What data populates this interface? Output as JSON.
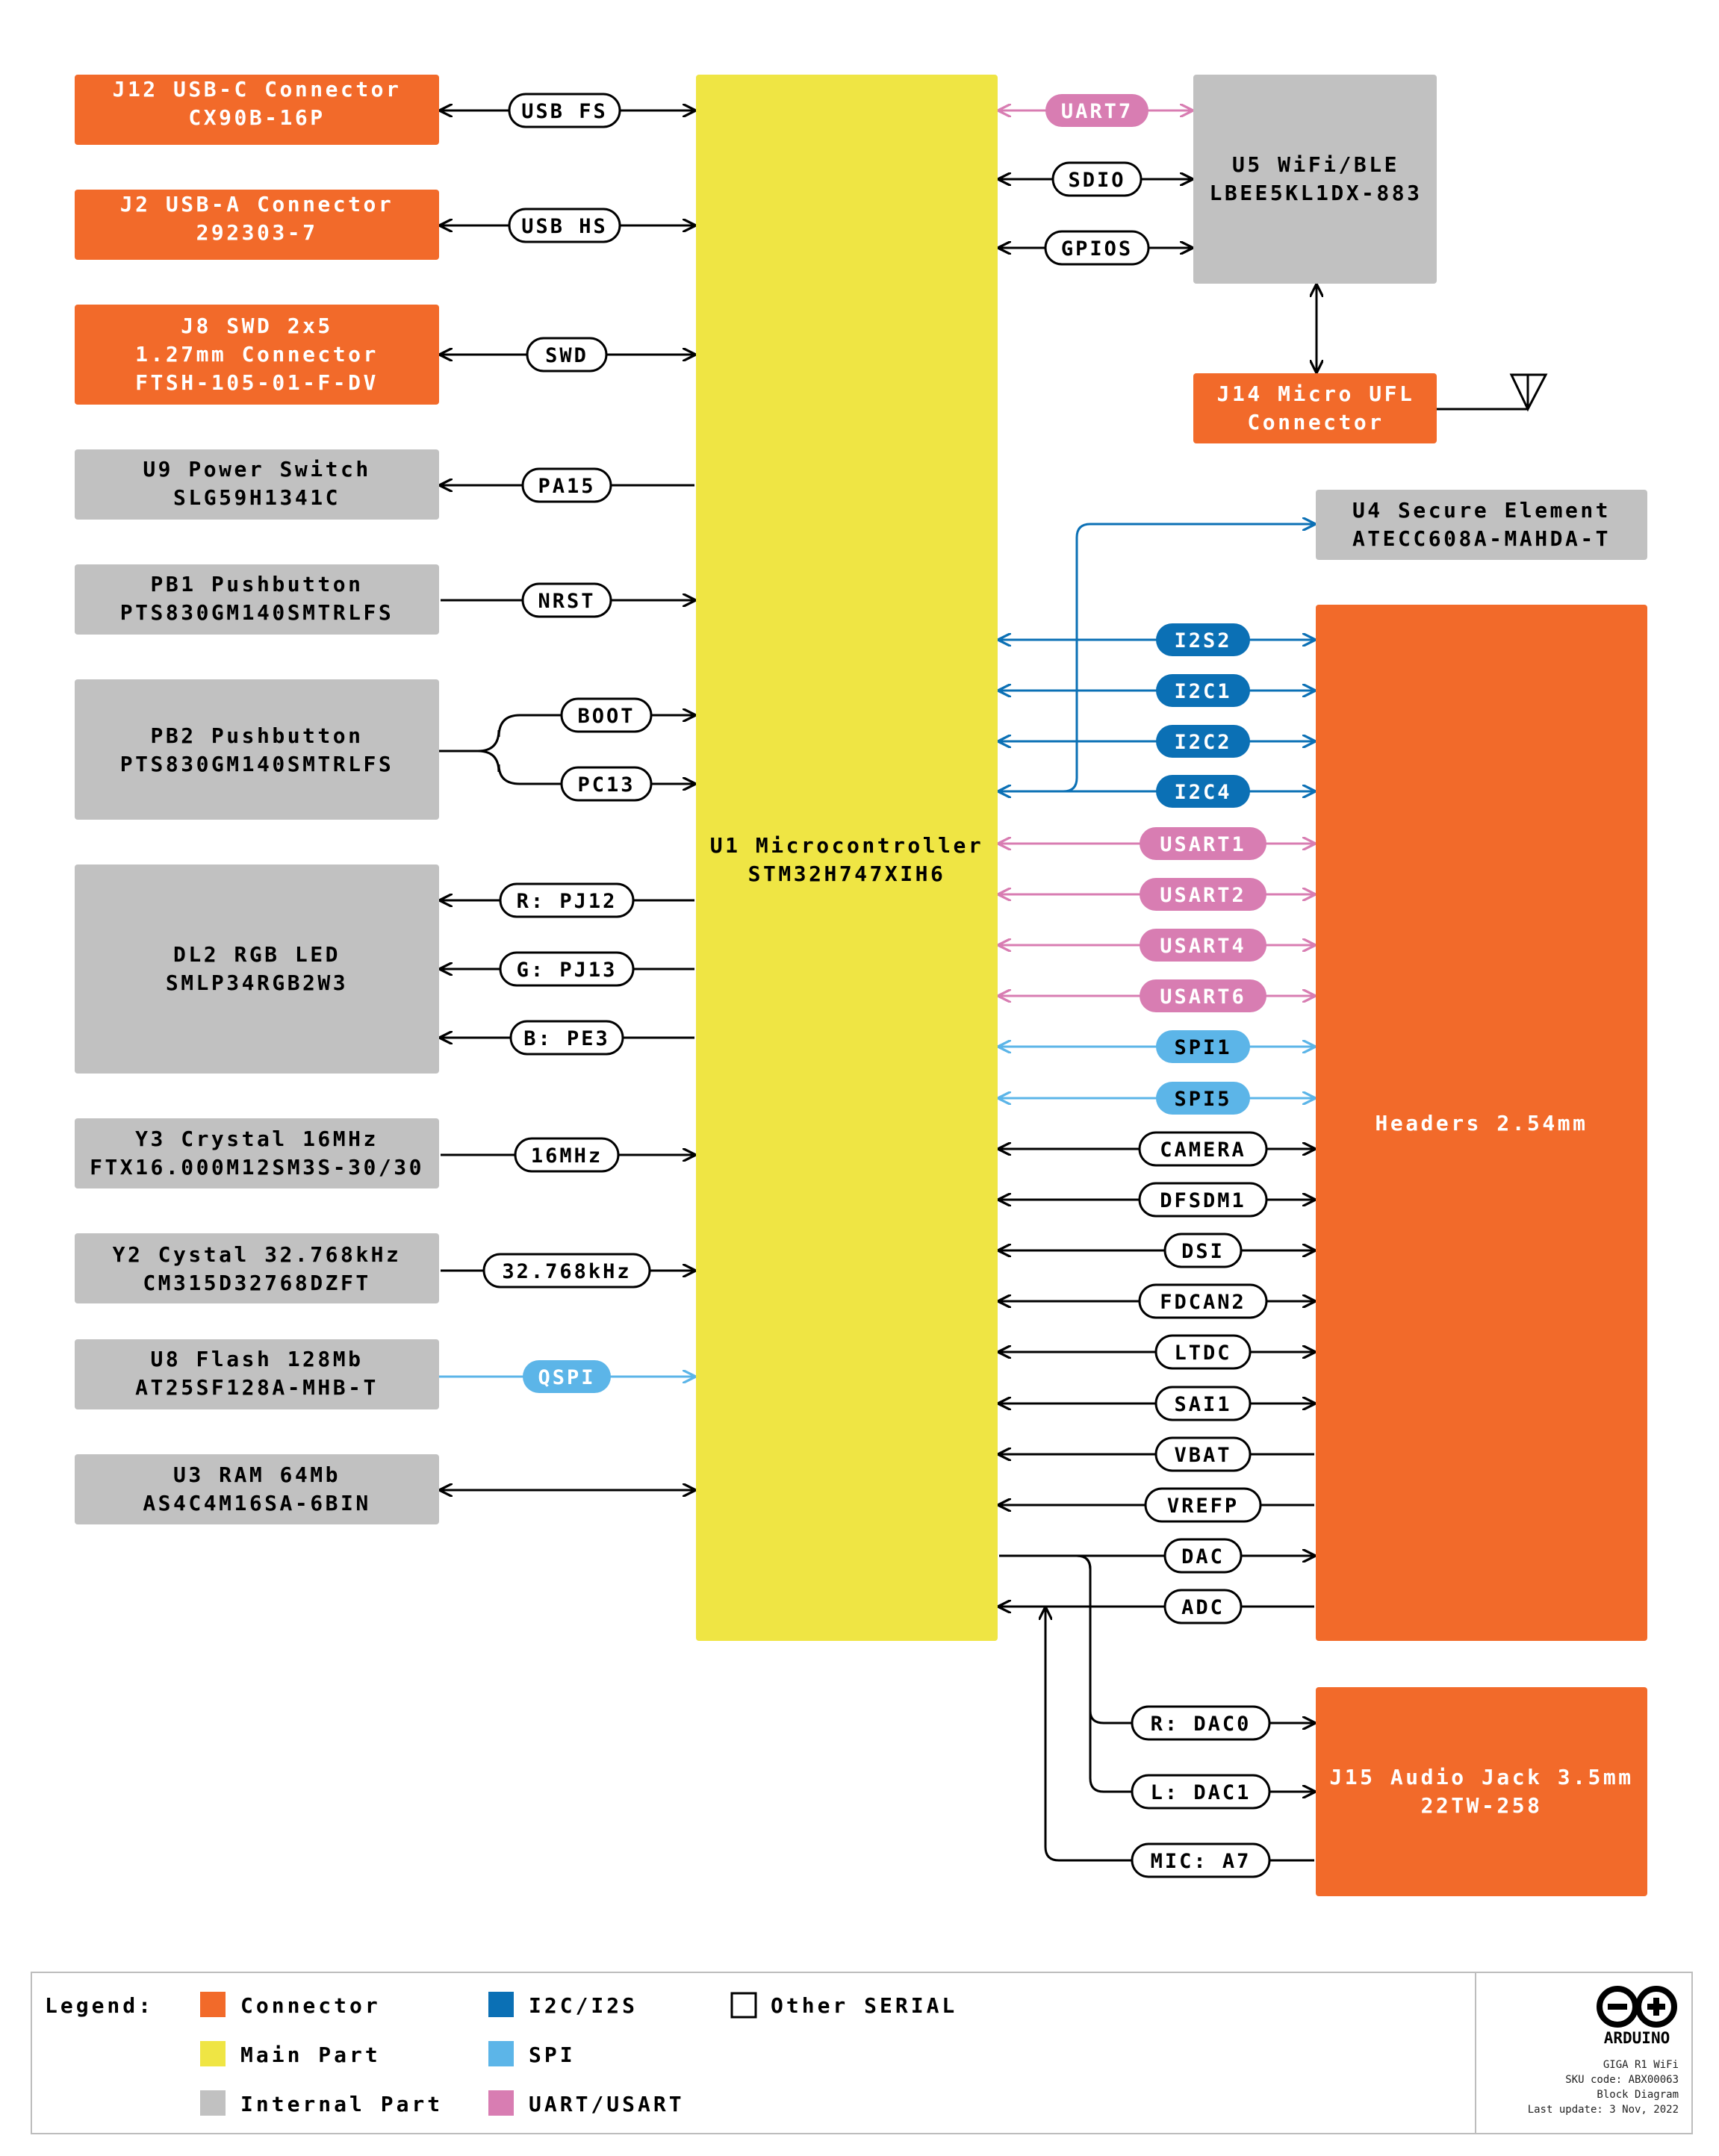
{
  "colors": {
    "connector": "#F26A2A",
    "main_part": "#EFE544",
    "internal_part": "#C1C1C1",
    "i2c_i2s": "#0B70B5",
    "spi": "#5CB5E8",
    "uart": "#D87DB2",
    "other": "#000000"
  },
  "blocks": {
    "j12": [
      "J12 USB-C Connector",
      "CX90B-16P"
    ],
    "j2": [
      "J2 USB-A Connector",
      "292303-7"
    ],
    "j8": [
      "J8 SWD 2x5",
      "1.27mm Connector",
      "FTSH-105-01-F-DV"
    ],
    "u9": [
      "U9 Power Switch",
      "SLG59H1341C"
    ],
    "pb1": [
      "PB1 Pushbutton",
      "PTS830GM140SMTRLFS"
    ],
    "pb2": [
      "PB2 Pushbutton",
      "PTS830GM140SMTRLFS"
    ],
    "dl2": [
      "DL2 RGB LED",
      "SMLP34RGB2W3"
    ],
    "y3": [
      "Y3 Crystal 16MHz",
      "FTX16.000M12SM3S-30/30"
    ],
    "y2": [
      "Y2 Cystal 32.768kHz",
      "CM315D32768DZFT"
    ],
    "u8": [
      "U8 Flash 128Mb",
      "AT25SF128A-MHB-T"
    ],
    "u3": [
      "U3 RAM 64Mb",
      "AS4C4M16SA-6BIN"
    ],
    "u1": [
      "U1 Microcontroller",
      "STM32H747XIH6"
    ],
    "u5": [
      "U5 WiFi/BLE",
      "LBEE5KL1DX-883"
    ],
    "j14": [
      "J14 Micro UFL",
      "Connector"
    ],
    "u4": [
      "U4 Secure Element",
      "ATECC608A-MAHDA-T"
    ],
    "headers": [
      "Headers 2.54mm"
    ],
    "j15": [
      "J15 Audio Jack 3.5mm",
      "22TW-258"
    ]
  },
  "left_signals": {
    "usb_fs": "USB FS",
    "usb_hs": "USB HS",
    "swd": "SWD",
    "pa15": "PA15",
    "nrst": "NRST",
    "boot": "BOOT",
    "pc13": "PC13",
    "pj12": "R: PJ12",
    "pj13": "G: PJ13",
    "pe3": "B: PE3",
    "mhz16": "16MHz",
    "khz32": "32.768kHz",
    "qspi": "QSPI"
  },
  "wifi_signals": {
    "uart7": "UART7",
    "sdio": "SDIO",
    "gpios": "GPIOS"
  },
  "header_signals": {
    "i2s2": "I2S2",
    "i2c1": "I2C1",
    "i2c2": "I2C2",
    "i2c4": "I2C4",
    "usart1": "USART1",
    "usart2": "USART2",
    "usart4": "USART4",
    "usart6": "USART6",
    "spi1": "SPI1",
    "spi5": "SPI5",
    "camera": "CAMERA",
    "dfsdm1": "DFSDM1",
    "dsi": "DSI",
    "fdcan2": "FDCAN2",
    "ltdc": "LTDC",
    "sai1": "SAI1",
    "vbat": "VBAT",
    "vrefp": "VREFP",
    "dac": "DAC",
    "adc": "ADC"
  },
  "audio_signals": {
    "dac0": "R: DAC0",
    "dac1": "L: DAC1",
    "a7": "MIC: A7"
  },
  "legend": {
    "title": "Legend:",
    "connector": "Connector",
    "main_part": "Main Part",
    "internal_part": "Internal Part",
    "i2c_i2s": "I2C/I2S",
    "spi": "SPI",
    "uart": "UART/USART",
    "other": "Other SERIAL"
  },
  "footer": {
    "brand": "ARDUINO",
    "product": "GIGA R1 WiFi",
    "sku": "SKU code: ABX00063",
    "doc": "Block Diagram",
    "updated": "Last update: 3 Nov, 2022"
  }
}
